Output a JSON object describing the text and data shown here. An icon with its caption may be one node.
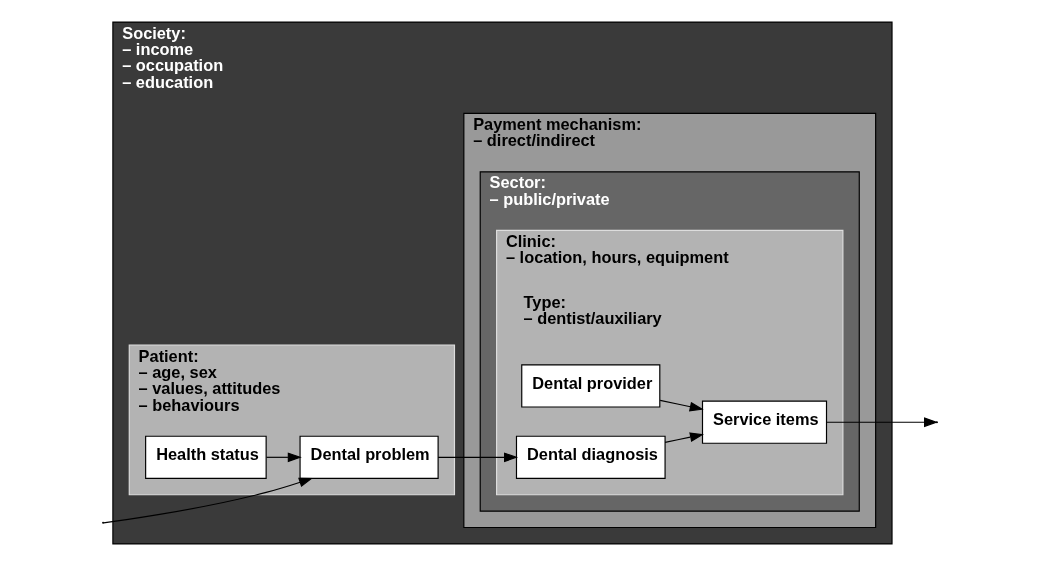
{
  "diagram": {
    "nodes": [
      {
        "text": [
          "Society:",
          "– income",
          "– occupation",
          "– education"
        ]
      },
      {
        "text": [
          "Payment mechanism:",
          "– direct/indirect"
        ],
        "in": 0
      },
      {
        "text": [
          "Sector:",
          "– public/private"
        ],
        "in": 1
      },
      {
        "text": [
          "Clinic:",
          "– location, hours, equipment"
        ],
        "in": 2
      },
      {
        "text": [
          "Patient:",
          "– age, sex",
          "– values, attitudes",
          "– behaviours"
        ],
        "in": 0
      },
      {
        "text": [
          "Dental provider"
        ],
        "in": 3,
        "beside": [
          "Type:",
          "– dentist/auxiliary"
        ]
      },
      {
        "text": [
          "Health status"
        ],
        "in": 4
      },
      {
        "text": [
          "Dental problem"
        ],
        "in": 4
      },
      {
        "text": [
          "Dental diagnosis"
        ],
        "in": 3
      },
      {
        "text": [
          "Service items"
        ],
        "in": 3
      }
    ],
    "edges": [
      {
        "from": 6,
        "to": 7,
        "arrow": "to"
      },
      {
        "from": 7,
        "to": 8,
        "arrow": "to"
      },
      {
        "from": 8,
        "to": 9,
        "arrow": "to"
      },
      {
        "from": 5,
        "to": 9,
        "arrow": "to"
      },
      {
        "from": 9,
        "to": null,
        "arrow": "to"
      },
      {
        "from": null,
        "to": 7,
        "arrow": "to"
      }
    ]
  }
}
